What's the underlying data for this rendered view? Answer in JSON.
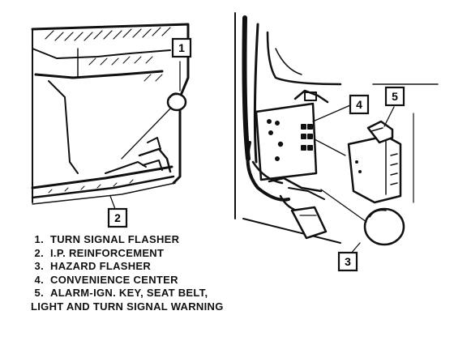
{
  "callouts": {
    "c1": "1",
    "c2": "2",
    "c3": "3",
    "c4": "4",
    "c5": "5"
  },
  "legend": {
    "items": [
      {
        "num": "1.",
        "text": "TURN SIGNAL FLASHER"
      },
      {
        "num": "2.",
        "text": "I.P. REINFORCEMENT"
      },
      {
        "num": "3.",
        "text": "HAZARD FLASHER"
      },
      {
        "num": "4.",
        "text": "CONVENIENCE CENTER"
      },
      {
        "num": "5.",
        "text": "ALARM-IGN. KEY, SEAT BELT,"
      }
    ],
    "continuation": "LIGHT AND TURN SIGNAL WARNING"
  }
}
